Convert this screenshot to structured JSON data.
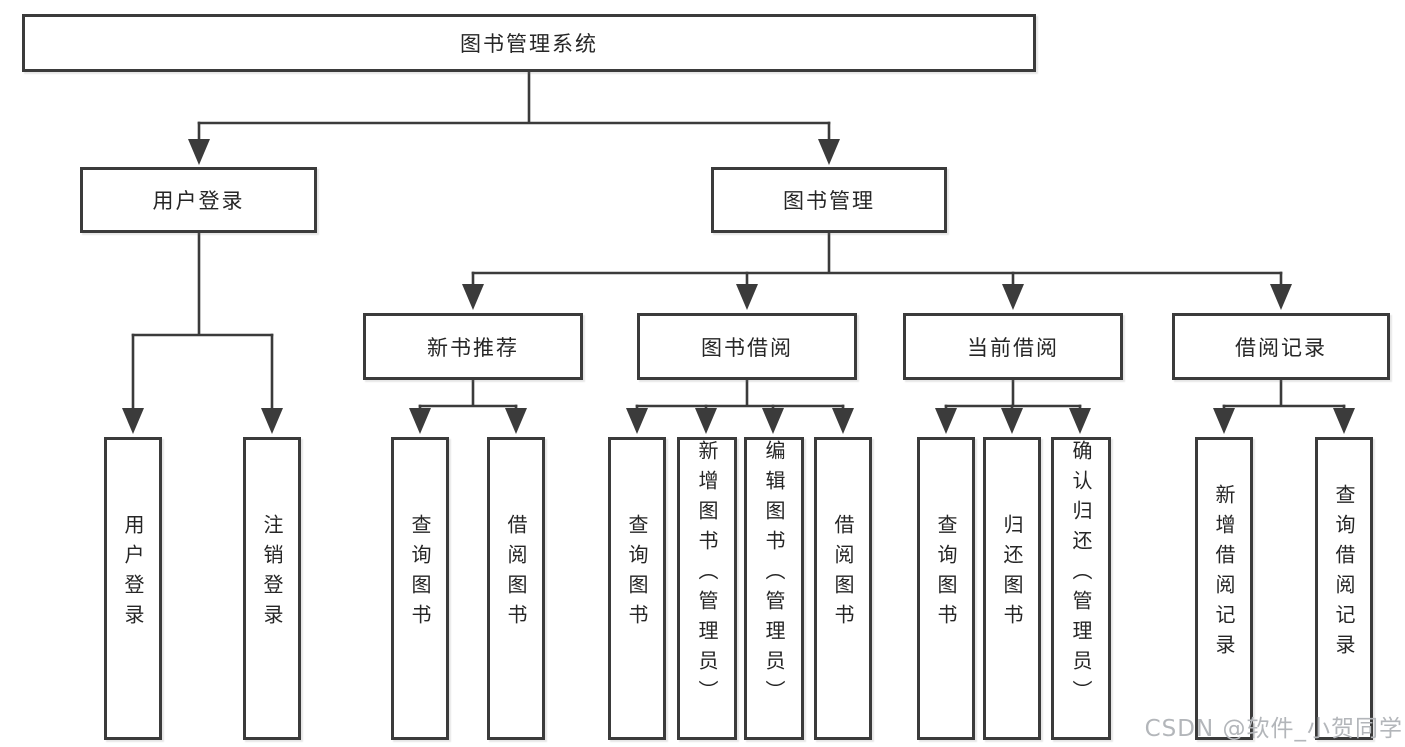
{
  "root": {
    "label": "图书管理系统"
  },
  "level2": [
    {
      "label": "用户登录"
    },
    {
      "label": "图书管理"
    }
  ],
  "level3": [
    {
      "label": "新书推荐"
    },
    {
      "label": "图书借阅"
    },
    {
      "label": "当前借阅"
    },
    {
      "label": "借阅记录"
    }
  ],
  "leaves": {
    "login": [
      "用户登录",
      "注销登录"
    ],
    "recommend": [
      "查询图书",
      "借阅图书"
    ],
    "borrow": [
      "查询图书",
      "新增图书（管理员）",
      "编辑图书（管理员）",
      "借阅图书"
    ],
    "current": [
      "查询图书",
      "归还图书",
      "确认归还（管理员）"
    ],
    "records": [
      "新增借阅记录",
      "查询借阅记录"
    ]
  },
  "watermark": {
    "text": "CSDN @软件_小贺同学"
  },
  "colors": {
    "line": "#3b3b3b",
    "text": "#262626",
    "watermark": "#b3b6ba",
    "background": "#ffffff"
  }
}
